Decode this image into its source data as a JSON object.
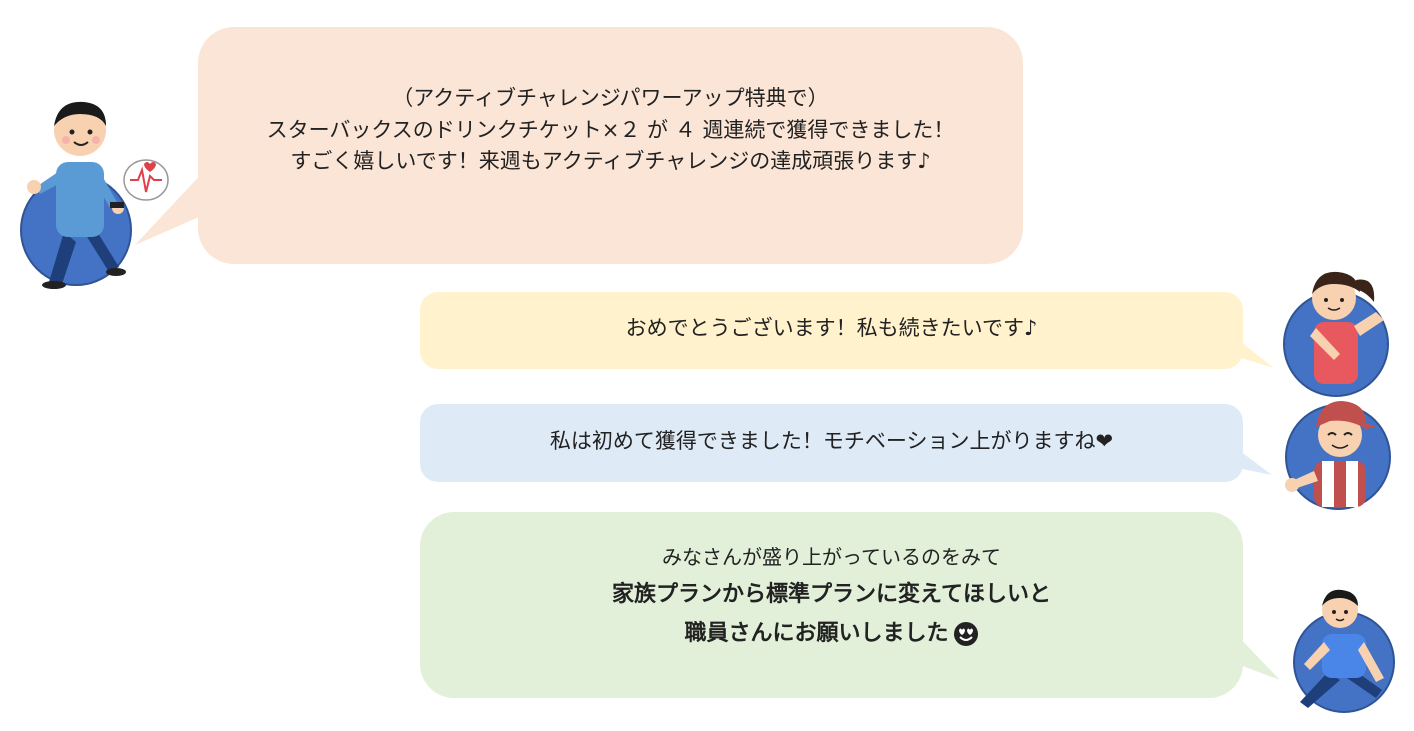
{
  "messages": [
    {
      "lines": [
        "（アクティブチャレンジパワーアップ特典で）",
        "スターバックスのドリンクチケット×２ が ４ 週連続で獲得できました！",
        "すごく嬉しいです！来週もアクティブチャレンジの達成頑張ります♪"
      ],
      "color": "#fbe5d6",
      "avatar_icon": "walking-man-smartwatch-icon"
    },
    {
      "lines": [
        "おめでとうございます！私も続きたいです♪"
      ],
      "color": "#fff2cc",
      "avatar_icon": "stretching-woman-icon"
    },
    {
      "text": "私は初めて獲得できました！モチベーション上がりますね",
      "heart": "❤",
      "color": "#deebf7",
      "avatar_icon": "elderly-man-cap-icon"
    },
    {
      "lines": [
        "みなさんが盛り上がっているのをみて",
        "家族プランから標準プランに変えてほしいと",
        "職員さんにお願いしました"
      ],
      "color": "#e2f0d9",
      "avatar_icon": "stretching-boy-icon",
      "emoji_icon": "heart-eyes-emoji-icon"
    }
  ]
}
